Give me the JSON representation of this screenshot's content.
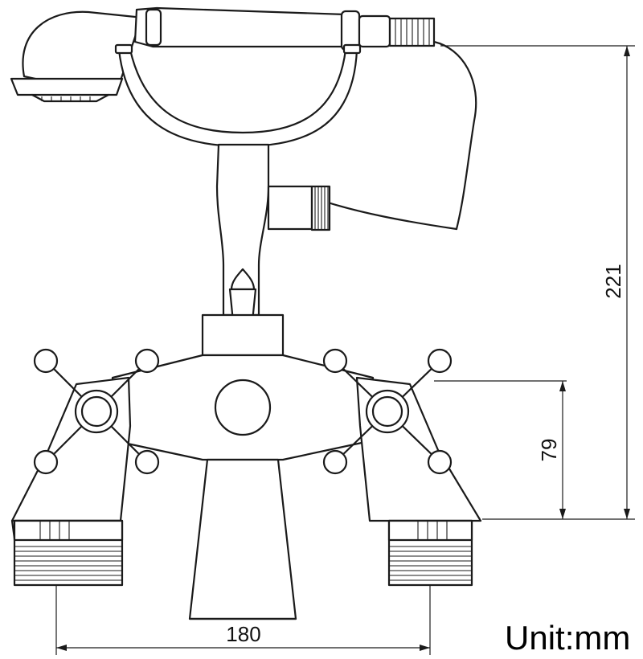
{
  "dimensions": {
    "overall_height": "221",
    "handle_to_base_height": "79",
    "inlet_spacing": "180"
  },
  "unit_label": "Unit:mm",
  "colors": {
    "line": "#1a1a1a",
    "background": "#ffffff"
  }
}
